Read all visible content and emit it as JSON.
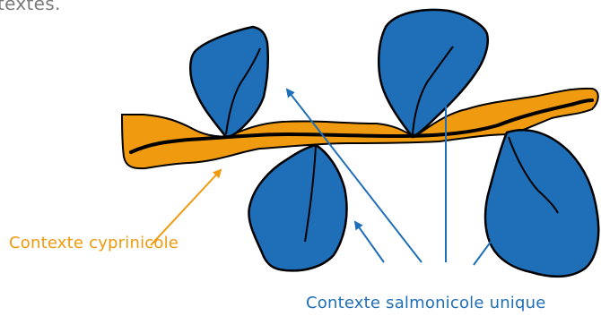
{
  "intro_text_fragment": "ntextes.",
  "labels": {
    "cyprinicole": "Contexte cyprinicole",
    "salmonicole": "Contexte salmonicole unique"
  },
  "colors": {
    "cyprinicole": "#ef9a0f",
    "salmonicole": "#1f6fb8",
    "outline": "#000000",
    "intro_text": "#7b7b7b"
  }
}
